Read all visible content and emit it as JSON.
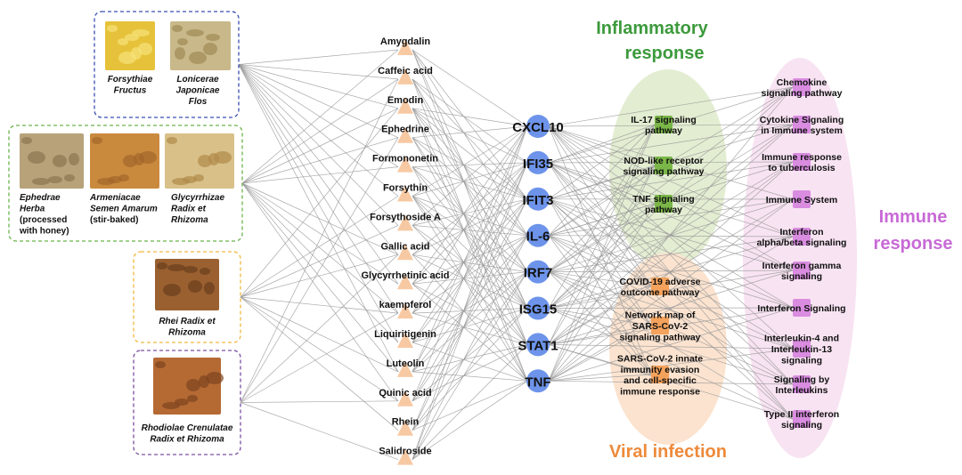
{
  "herb_groups": [
    {
      "id": "g1",
      "border_color": "#3a4fb0",
      "herbs": [
        {
          "id": "fructus",
          "name_lines": [
            "Forsythiae",
            "Fructus"
          ],
          "photo_color": "#e6c23a",
          "photo_accent": "#f6e27a"
        },
        {
          "id": "lonicerae",
          "name_lines": [
            "Lonicerae",
            "Japonicae",
            "Flos"
          ],
          "photo_color": "#c9b98a",
          "photo_accent": "#9e8a55"
        }
      ]
    },
    {
      "id": "g2",
      "border_color": "#6ab34a",
      "herbs": [
        {
          "id": "ephedrae",
          "name_lines": [
            "Ephedrae",
            "Herba"
          ],
          "note_lines": [
            "(processed",
            "with honey)"
          ],
          "photo_color": "#b7a27a",
          "photo_accent": "#8a7650"
        },
        {
          "id": "armeniacae",
          "name_lines": [
            "Armeniacae",
            "Semen Amarum"
          ],
          "note_lines": [
            "(stir-baked)"
          ],
          "photo_color": "#c98a3e",
          "photo_accent": "#a2662a"
        },
        {
          "id": "glycyrrhizae",
          "name_lines": [
            "Glycyrrhizae",
            "Radix et",
            "Rhizoma"
          ],
          "photo_color": "#d8c088",
          "photo_accent": "#b08a4a"
        }
      ]
    },
    {
      "id": "g3",
      "border_color": "#f0b940",
      "herbs": [
        {
          "id": "rhei",
          "name_lines": [
            "Rhei Radix et",
            "Rhizoma"
          ],
          "photo_color": "#9a6030",
          "photo_accent": "#6a3e1e"
        }
      ]
    },
    {
      "id": "g4",
      "border_color": "#7b4fa0",
      "herbs": [
        {
          "id": "rhodiolae",
          "name_lines": [
            "Rhodiolae Crenulatae",
            "Radix et Rhizoma"
          ],
          "photo_color": "#b56a34",
          "photo_accent": "#7d4520"
        }
      ]
    }
  ],
  "compounds": [
    "Amygdalin",
    "Caffeic acid",
    "Emodin",
    "Ephedrine",
    "Formononetin",
    "Forsythin",
    "Forsythoside A",
    "Gallic acid",
    "Glycyrrhetinic acid",
    "kaempferol",
    "Liquiritigenin",
    "Luteolin",
    "Quinic acid",
    "Rhein",
    "Salidroside"
  ],
  "targets": [
    "CXCL10",
    "IFI35",
    "IFIT3",
    "IL-6",
    "IRF7",
    "ISG15",
    "STAT1",
    "TNF"
  ],
  "inflammatory": {
    "title_lines": [
      "Inflammatory",
      "response"
    ],
    "color": "#3c9a3c",
    "fill": "#e3edd2",
    "marker": "#7ab648",
    "pathways": [
      {
        "lines": [
          "IL-17 signaling",
          "pathway"
        ]
      },
      {
        "lines": [
          "NOD-like receptor",
          "signaling pathway"
        ]
      },
      {
        "lines": [
          "TNF signaling",
          "pathway"
        ]
      }
    ]
  },
  "viral": {
    "title": "Viral infection",
    "color": "#ee8a3a",
    "fill": "#fbe3cf",
    "marker": "#f4a25c",
    "pathways": [
      {
        "lines": [
          "COVID-19 adverse",
          "outcome pathway"
        ]
      },
      {
        "lines": [
          "Network map of",
          "SARS-CoV-2",
          "signaling pathway"
        ]
      },
      {
        "lines": [
          "SARS-CoV-2 innate",
          "immunity evasion",
          "and cell-specific",
          "immune response"
        ]
      }
    ]
  },
  "immune": {
    "title_lines": [
      "Immune",
      "response"
    ],
    "color": "#c86ad6",
    "fill": "#f8e3f2",
    "marker": "#d98ce0",
    "pathways": [
      {
        "lines": [
          "Chemokine",
          "signaling pathway"
        ]
      },
      {
        "lines": [
          "Cytokine Signaling",
          "in Immune system"
        ]
      },
      {
        "lines": [
          "Immune response",
          "to tuberculosis"
        ]
      },
      {
        "lines": [
          "Immune System"
        ]
      },
      {
        "lines": [
          "Interferon",
          "alpha/beta signaling"
        ]
      },
      {
        "lines": [
          "Interferon gamma",
          "signaling"
        ]
      },
      {
        "lines": [
          "Interferon Signaling"
        ]
      },
      {
        "lines": [
          "Interleukin-4 and",
          "Interleukin-13",
          "signaling"
        ]
      },
      {
        "lines": [
          "Signaling by",
          "Interleukins"
        ]
      },
      {
        "lines": [
          "Type II interferon",
          "signaling"
        ]
      }
    ]
  },
  "colors": {
    "compound_marker": "#f7c9a3",
    "target_node": "#6d94ea",
    "edge": "#9a9a9a"
  }
}
